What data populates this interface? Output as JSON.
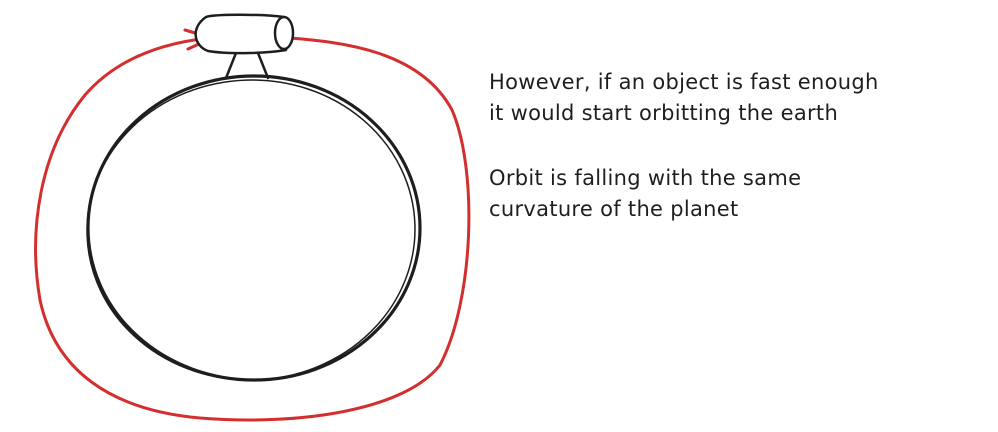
{
  "notes": {
    "fast_object": {
      "line1": "However, if an object is fast enough",
      "line2": "it would start orbitting the earth"
    },
    "orbit_definition": {
      "line1": "Orbit is falling with the same",
      "line2": "curvature of the planet"
    }
  },
  "colors": {
    "ink": "#1e1e1e",
    "orbit": "#d32f2f",
    "background": "#ffffff"
  }
}
